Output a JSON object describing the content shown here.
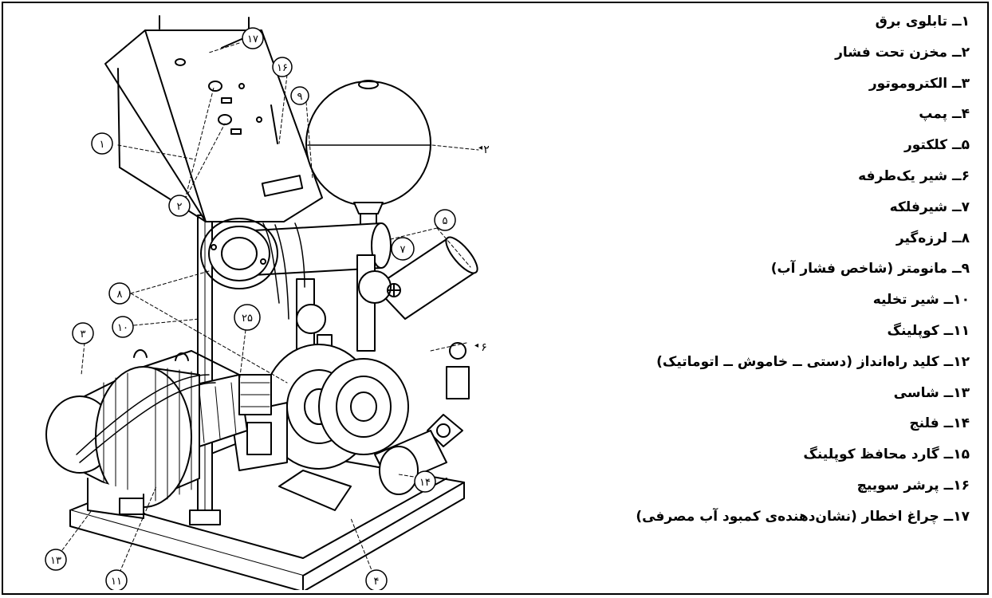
{
  "legend": {
    "items": [
      "۱ــ تابلوی برق",
      "۲ــ مخزن تحت فشار",
      "۳ــ الکتروموتور",
      "۴ــ پمپ",
      "۵ــ کلکتور",
      "۶ــ شیر یک‌طرفه",
      "۷ــ شیرفلکه",
      "۸ــ لرزه‌گیر",
      "۹ــ مانومتر (شاخص فشار آب)",
      "۱۰ــ شیر تخلیه",
      "۱۱ــ کوپلینگ",
      "۱۲ــ کلید راه‌انداز (دستی ــ خاموش ــ اتوماتیک)",
      "۱۳ــ شاسی",
      "۱۴ــ فلنج",
      "۱۵ــ گارد محافظ کوپلینگ",
      "۱۶ــ پرشر سوییچ",
      "۱۷ــ چراغ اخطار (نشان‌دهنده‌ی کمبود آب مصرفی)"
    ]
  },
  "callouts": {
    "c17": "۱۷",
    "c16": "۱۶",
    "c9": "۹",
    "c1": "۱",
    "c2a": "۲",
    "c2b": "۲",
    "c5": "۵",
    "c7": "۷",
    "c8": "۸",
    "c10": "۱۰",
    "c25": "۲۵",
    "c3": "۳",
    "c6": "۶",
    "c14": "۱۴",
    "c13": "۱۳",
    "c11": "۱۱",
    "c4": "۴"
  }
}
